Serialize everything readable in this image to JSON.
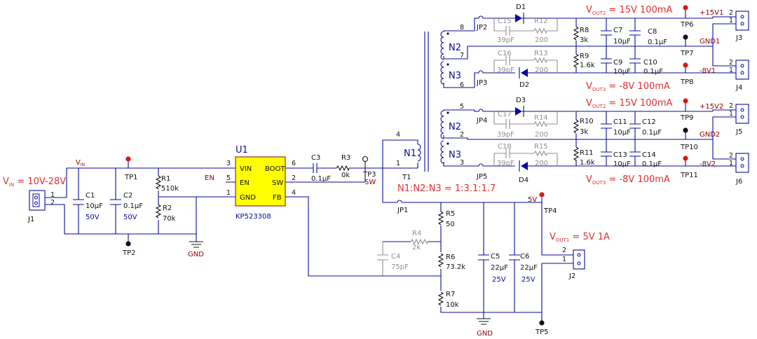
{
  "input": {
    "v_sym": "V",
    "v_sub": "IN",
    "v_text": " = 10V-28V",
    "net_vin_sym": "V",
    "net_vin_sub": "IN"
  },
  "ic": {
    "ref": "U1",
    "part": "KP523308",
    "pins": [
      {
        "num": "3",
        "name": "VIN"
      },
      {
        "num": "5",
        "name": "EN"
      },
      {
        "num": "1",
        "name": "GND"
      },
      {
        "num": "6",
        "name": "BOOT"
      },
      {
        "num": "2",
        "name": "SW"
      },
      {
        "num": "4",
        "name": "FB"
      }
    ]
  },
  "nets": {
    "en": "EN",
    "sw": "SW",
    "gnd": "GND",
    "v5": "5V",
    "p15v1": "+15V1",
    "gnd1": "GND1",
    "m8v1": "-8V1",
    "p15v2": "+15V2",
    "gnd2": "GND2",
    "m8v2": "-8V2"
  },
  "components": {
    "c1": {
      "ref": "C1",
      "val": "10µF",
      "rating": "50V"
    },
    "c2": {
      "ref": "C2",
      "val": "0.1µF",
      "rating": "50V"
    },
    "r1": {
      "ref": "R1",
      "val": "510k"
    },
    "r2": {
      "ref": "R2",
      "val": "70k"
    },
    "c3": {
      "ref": "C3",
      "val": "0.1µF"
    },
    "r3": {
      "ref": "R3",
      "val": "0k"
    },
    "t1": {
      "ref": "T1",
      "n1": "N1",
      "ratio": "N1:N2:N3 = 1:3.1:1.7",
      "pin4": "4",
      "pin1": "1"
    },
    "r4": {
      "ref": "R4",
      "val": "2k"
    },
    "c4": {
      "ref": "C4",
      "val": "75pF"
    },
    "r5": {
      "ref": "R5",
      "val": "50"
    },
    "r6": {
      "ref": "R6",
      "val": "73.2k"
    },
    "r7": {
      "ref": "R7",
      "val": "10k"
    },
    "c5": {
      "ref": "C5",
      "val": "22µF",
      "rating": "25V"
    },
    "c6": {
      "ref": "C6",
      "val": "22µF",
      "rating": "25V"
    },
    "jp1": "JP1"
  },
  "testpoints": {
    "tp1": "TP1",
    "tp2": "TP2",
    "tp3": "TP3",
    "tp4": "TP4",
    "tp5": "TP5",
    "tp6": "TP6",
    "tp7": "TP7",
    "tp8": "TP8",
    "tp9": "TP9",
    "tp10": "TP10",
    "tp11": "TP11"
  },
  "connectors": {
    "j1": "J1",
    "j2": "J2",
    "j3": "J3",
    "j4": "J4",
    "j5": "J5",
    "j6": "J6",
    "pin1": "1",
    "pin2": "2"
  },
  "out1": {
    "sym": "V",
    "sub": "OUT1",
    "text": " = 5V  1A"
  },
  "out_top": {
    "pins": [
      "8",
      "7",
      "6"
    ],
    "n2": "N2",
    "n3": "N3",
    "jp_a": "JP2",
    "jp_b": "JP3",
    "d_a": "D1",
    "d_b": "D2",
    "c_snub_a": {
      "ref": "C15",
      "val": "39pF"
    },
    "r_snub_a": {
      "ref": "R12",
      "val": "200"
    },
    "c_snub_b": {
      "ref": "C16",
      "val": "39pF"
    },
    "r_snub_b": {
      "ref": "R13",
      "val": "200"
    },
    "r_a": {
      "ref": "R8",
      "val": "3k"
    },
    "r_b": {
      "ref": "R9",
      "val": "1.6k"
    },
    "c_a1": {
      "ref": "C7",
      "val": "10µF"
    },
    "c_a2": {
      "ref": "C8",
      "val": "0.1µF"
    },
    "c_b1": {
      "ref": "C9",
      "val": "10µF"
    },
    "c_b2": {
      "ref": "C10",
      "val": "0.1µF"
    },
    "label_pos": {
      "sym": "V",
      "sub": "OUT2",
      "text": " = 15V 100mA"
    },
    "label_neg": {
      "sym": "V",
      "sub": "OUT3",
      "text": " = -8V 100mA"
    }
  },
  "out_bot": {
    "pins": [
      "5",
      "2",
      "3"
    ],
    "n2": "N2",
    "n3": "N3",
    "jp_a": "JP4",
    "jp_b": "JP5",
    "d_a": "D3",
    "d_b": "D4",
    "c_snub_a": {
      "ref": "C17",
      "val": "39pF"
    },
    "r_snub_a": {
      "ref": "R14",
      "val": "200"
    },
    "c_snub_b": {
      "ref": "C18",
      "val": "39pF"
    },
    "r_snub_b": {
      "ref": "R15",
      "val": "200"
    },
    "r_a": {
      "ref": "R10",
      "val": "3k"
    },
    "r_b": {
      "ref": "R11",
      "val": "1.6k"
    },
    "c_a1": {
      "ref": "C11",
      "val": "10µF"
    },
    "c_a2": {
      "ref": "C12",
      "val": "0.1µF"
    },
    "c_b1": {
      "ref": "C13",
      "val": "10µF"
    },
    "c_b2": {
      "ref": "C14",
      "val": "0.1µF"
    },
    "label_pos": {
      "sym": "V",
      "sub": "OUT2",
      "text": " = 15V 100mA"
    },
    "label_neg": {
      "sym": "V",
      "sub": "OUT3",
      "text": " = -8V 100mA"
    }
  }
}
